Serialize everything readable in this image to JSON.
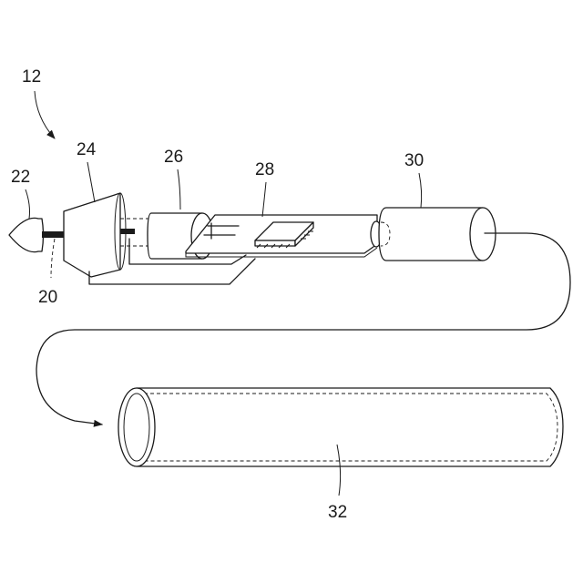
{
  "figure": {
    "labels": {
      "assembly": "12",
      "shaft": "20",
      "tip": "22",
      "cone": "24",
      "first_cylinder": "26",
      "circuit_board": "28",
      "second_cylinder": "30",
      "tube": "32"
    },
    "colors": {
      "line": "#1a1a1a",
      "background": "#ffffff"
    }
  }
}
